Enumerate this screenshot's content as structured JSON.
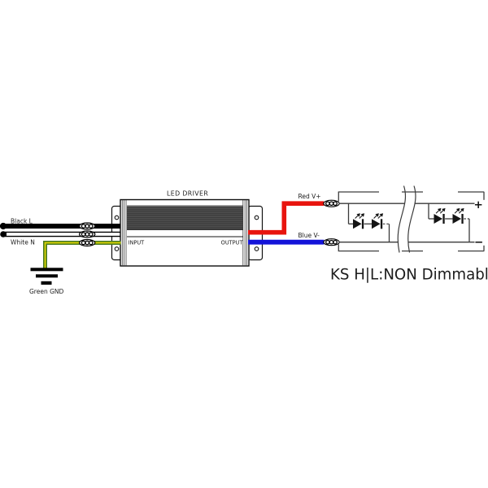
{
  "caption": "KS H|L:NON Dimmable",
  "driver": {
    "label": "LED DRIVER",
    "input": "INPUT",
    "output": "OUTPUT"
  },
  "wires": {
    "line": "Black L",
    "neutral": "White N",
    "ground": "Green GND",
    "positive": "Red V+",
    "negative": "Blue V-"
  },
  "led_module": {
    "plus": "+",
    "minus": "−"
  },
  "colors": {
    "red": "#e8140e",
    "blue": "#1313d9",
    "green": "#4a7a23",
    "yellow": "#ddd400",
    "black": "#000000"
  }
}
